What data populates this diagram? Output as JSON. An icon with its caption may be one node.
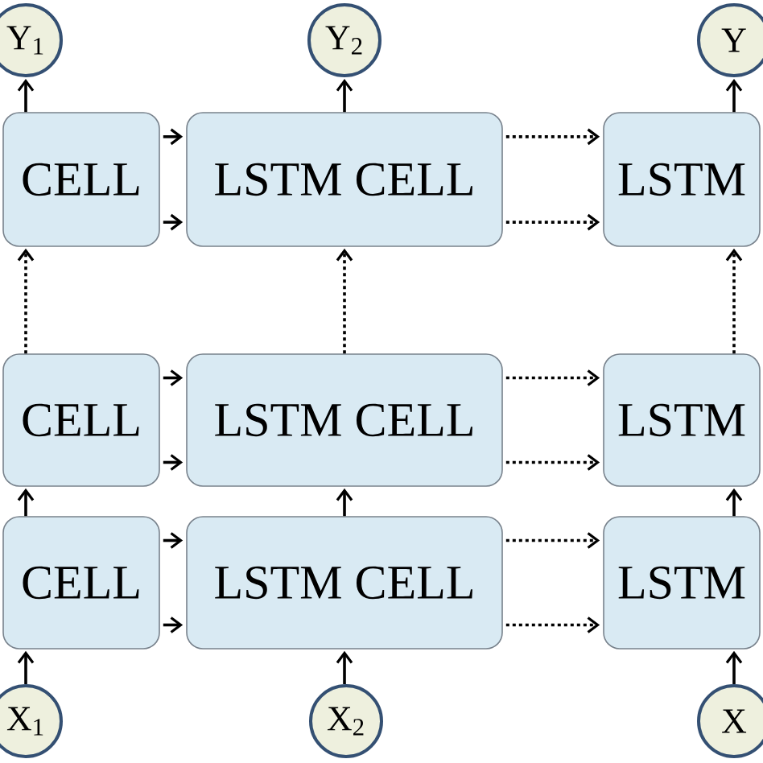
{
  "diagram": {
    "nodes": [
      {
        "text": [
          "Y$_{1}$"
        ]
      },
      {
        "text": [
          "Y$_{2}$"
        ]
      },
      {
        "text": [
          "Y"
        ]
      },
      {
        "text": [
          "CELL"
        ]
      },
      {
        "text": [
          "LSTM CELL"
        ]
      },
      {
        "text": [
          "LSTM"
        ]
      },
      {
        "text": [
          "CELL"
        ]
      },
      {
        "text": [
          "LSTM CELL"
        ]
      },
      {
        "text": [
          "LSTM"
        ]
      },
      {
        "text": [
          "CELL"
        ]
      },
      {
        "text": [
          "LSTM CELL"
        ]
      },
      {
        "text": [
          "LSTM"
        ]
      },
      {
        "text": [
          "X$_{1}$"
        ]
      },
      {
        "text": [
          "X$_{2}$"
        ]
      },
      {
        "text": [
          "X"
        ]
      }
    ],
    "edges": [
      {
        "from": 3,
        "to": 0,
        "arrow": "to"
      },
      {
        "from": 4,
        "to": 1,
        "arrow": "to"
      },
      {
        "from": 5,
        "to": 2,
        "arrow": "to"
      },
      {
        "from": 3,
        "to": 4,
        "arrow": "to"
      },
      {
        "from": 3,
        "to": 4,
        "arrow": "to"
      },
      {
        "from": 4,
        "to": 5,
        "arrow": "to",
        "style": "dashed"
      },
      {
        "from": 4,
        "to": 5,
        "arrow": "to",
        "style": "dashed"
      },
      {
        "from": 6,
        "to": 3,
        "arrow": "to",
        "style": "dashed"
      },
      {
        "from": 7,
        "to": 4,
        "arrow": "to",
        "style": "dashed"
      },
      {
        "from": 8,
        "to": 5,
        "arrow": "to",
        "style": "dashed"
      },
      {
        "from": 6,
        "to": 7,
        "arrow": "to"
      },
      {
        "from": 6,
        "to": 7,
        "arrow": "to"
      },
      {
        "from": 7,
        "to": 8,
        "arrow": "to",
        "style": "dashed"
      },
      {
        "from": 7,
        "to": 8,
        "arrow": "to",
        "style": "dashed"
      },
      {
        "from": 9,
        "to": 6,
        "arrow": "to"
      },
      {
        "from": 10,
        "to": 7,
        "arrow": "to"
      },
      {
        "from": 11,
        "to": 8,
        "arrow": "to"
      },
      {
        "from": 9,
        "to": 10,
        "arrow": "to"
      },
      {
        "from": 9,
        "to": 10,
        "arrow": "to"
      },
      {
        "from": 10,
        "to": 11,
        "arrow": "to",
        "style": "dashed"
      },
      {
        "from": 10,
        "to": 11,
        "arrow": "to",
        "style": "dashed"
      },
      {
        "from": 12,
        "to": 9,
        "arrow": "to"
      },
      {
        "from": 13,
        "to": 10,
        "arrow": "to"
      },
      {
        "from": 14,
        "to": 11,
        "arrow": "to"
      }
    ]
  }
}
